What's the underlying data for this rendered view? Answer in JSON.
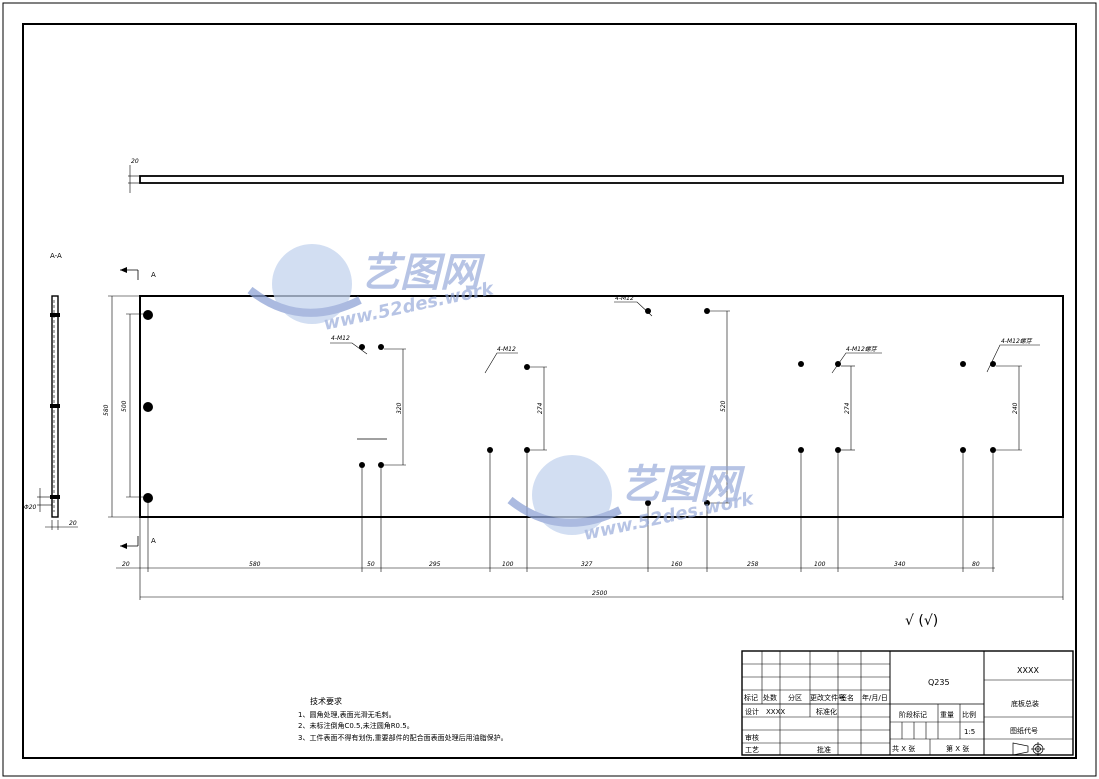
{
  "section_label": "A-A",
  "section_arrow_label": "A",
  "thickness_dim": "20",
  "section_dims": {
    "dia": "Φ20",
    "thick": "20"
  },
  "height_dims": {
    "outer": "580",
    "inner": "500"
  },
  "callouts": [
    "4-M12",
    "4-M12",
    "4-M12",
    "4-M12螺芽",
    "4-M12螺芽"
  ],
  "vertical_dims": [
    "320",
    "274",
    "520",
    "274",
    "240"
  ],
  "horizontal_dims": [
    "20",
    "580",
    "50",
    "295",
    "100",
    "327",
    "160",
    "258",
    "100",
    "340",
    "80"
  ],
  "overall_length": "2500",
  "roughness": "√ (√)",
  "watermark": {
    "cn": "艺图网",
    "url": "www.52des.work"
  },
  "tech_req": {
    "title": "技术要求",
    "items": [
      "1、圆角处理,表面光滑无毛刺。",
      "2、未标注倒角C0.5,未注圆角R0.5。",
      "3、工件表面不得有划伤,重要部件的配合面表面处理后用油脂保护。"
    ]
  },
  "title_block": {
    "material": "Q235",
    "company": "XXXX",
    "part_name": "底板总装",
    "drawing_no_label": "图纸代号",
    "header_cells": [
      "标记",
      "处数",
      "分区",
      "更改文件号",
      "签名",
      "年/月/日"
    ],
    "design_label": "设计",
    "design_name": "XXXX",
    "std_label": "标准化",
    "stage_label": "阶段标记",
    "weight_label": "重量",
    "scale_label": "比例",
    "scale": "1:5",
    "review_label": "审核",
    "process_label": "工艺",
    "approve_label": "批准",
    "sheets_total": "共 X 张",
    "sheet_no": "第 X 张"
  },
  "colors": {
    "line": "#000000",
    "watermark": "#8fa4d6"
  }
}
